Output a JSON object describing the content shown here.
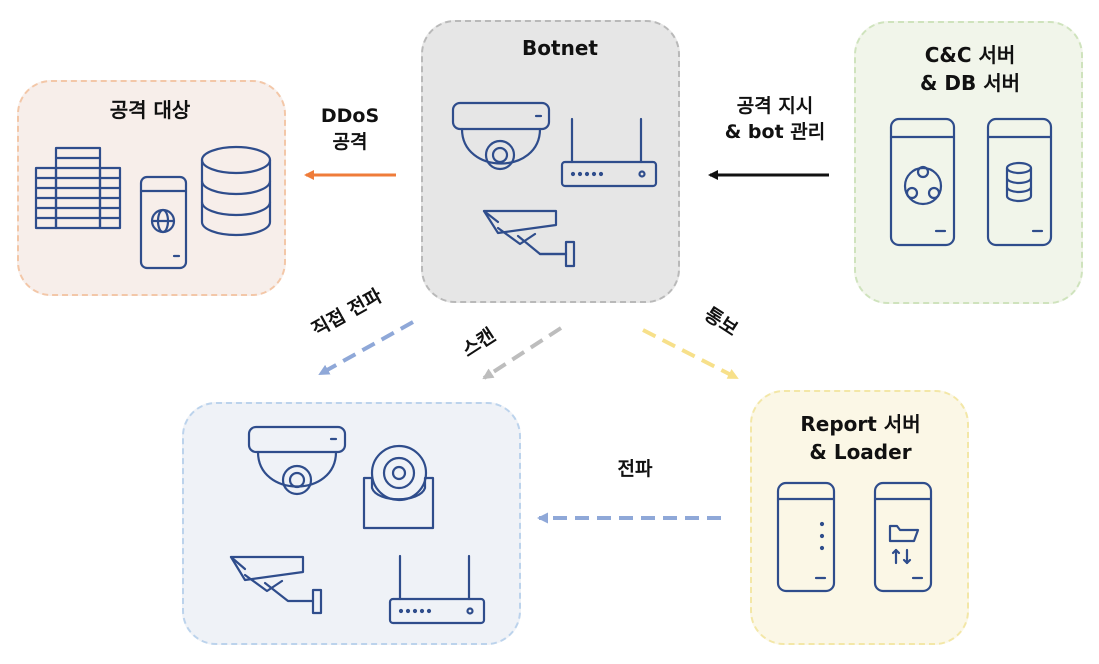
{
  "groups": {
    "target": {
      "title": "공격 대상"
    },
    "botnet": {
      "title": "Botnet"
    },
    "cnc": {
      "title": "C&C 서버\n& DB 서버"
    },
    "report": {
      "title": "Report 서버\n& Loader"
    }
  },
  "edges": {
    "ddos": {
      "label": "DDoS\n공격",
      "color": "#ef7c3a"
    },
    "command": {
      "label": "공격 지시\n& bot 관리",
      "color": "#111111"
    },
    "direct_spread": {
      "label": "직접 전파",
      "color": "#8fa8d8"
    },
    "scan": {
      "label": "스캔",
      "color": "#bdbdbd"
    },
    "report": {
      "label": "통보",
      "color": "#f7e08a"
    },
    "spread": {
      "label": "전파",
      "color": "#8fa8d8"
    }
  },
  "colors": {
    "icon_stroke": "#2f4d8c",
    "target_bg": "#f7eeea",
    "botnet_bg": "#e6e6e6",
    "cnc_bg": "#f1f5ea",
    "infected_bg": "#eff2f7",
    "report_bg": "#fbf7e6"
  }
}
